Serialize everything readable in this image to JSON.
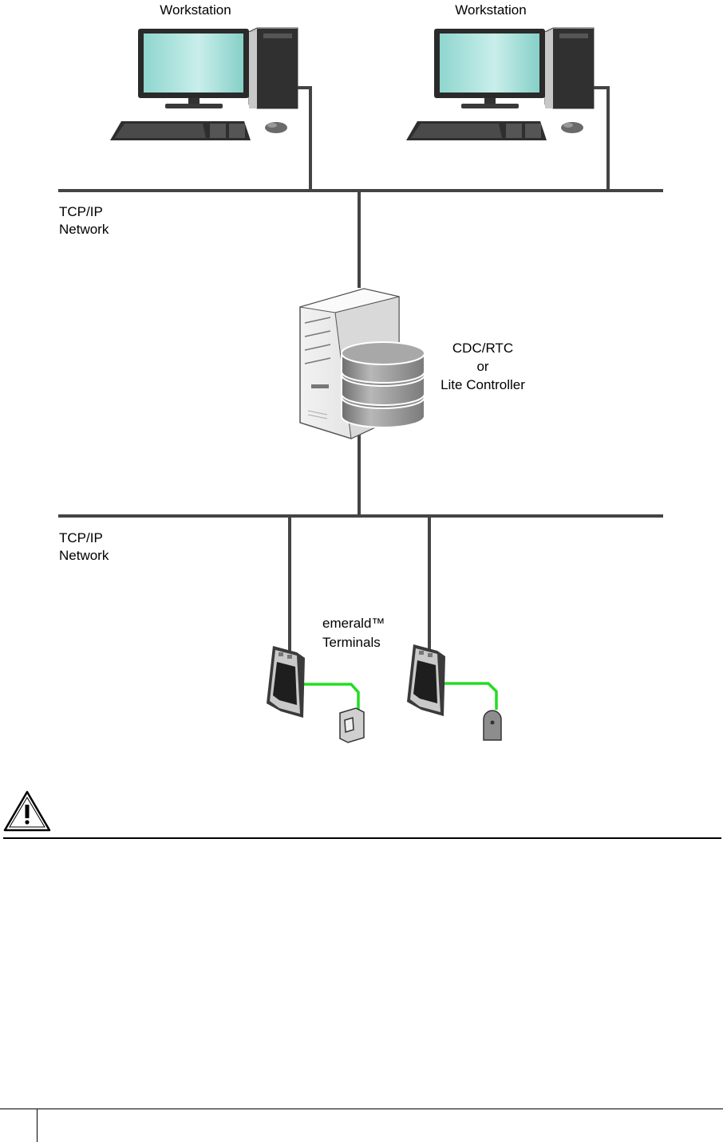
{
  "diagram": {
    "workstations": [
      {
        "label": "Workstation"
      },
      {
        "label": "Workstation"
      }
    ],
    "networks": [
      {
        "line1": "TCP/IP",
        "line2": "Network"
      },
      {
        "line1": "TCP/IP",
        "line2": "Network"
      }
    ],
    "controller": {
      "line1": "CDC/RTC",
      "line2": "or",
      "line3": "Lite Controller"
    },
    "terminals": {
      "line1": "emerald™",
      "line2": "Terminals"
    }
  },
  "colors": {
    "cable": "#444444",
    "reader_link": "#22dd22",
    "screen": "#a8e2dc",
    "database": "#9e9e9e"
  },
  "icons": [
    "workstation-icon",
    "server-icon",
    "database-icon",
    "terminal-icon",
    "door-switch-icon",
    "proximity-reader-icon",
    "warning-icon"
  ]
}
